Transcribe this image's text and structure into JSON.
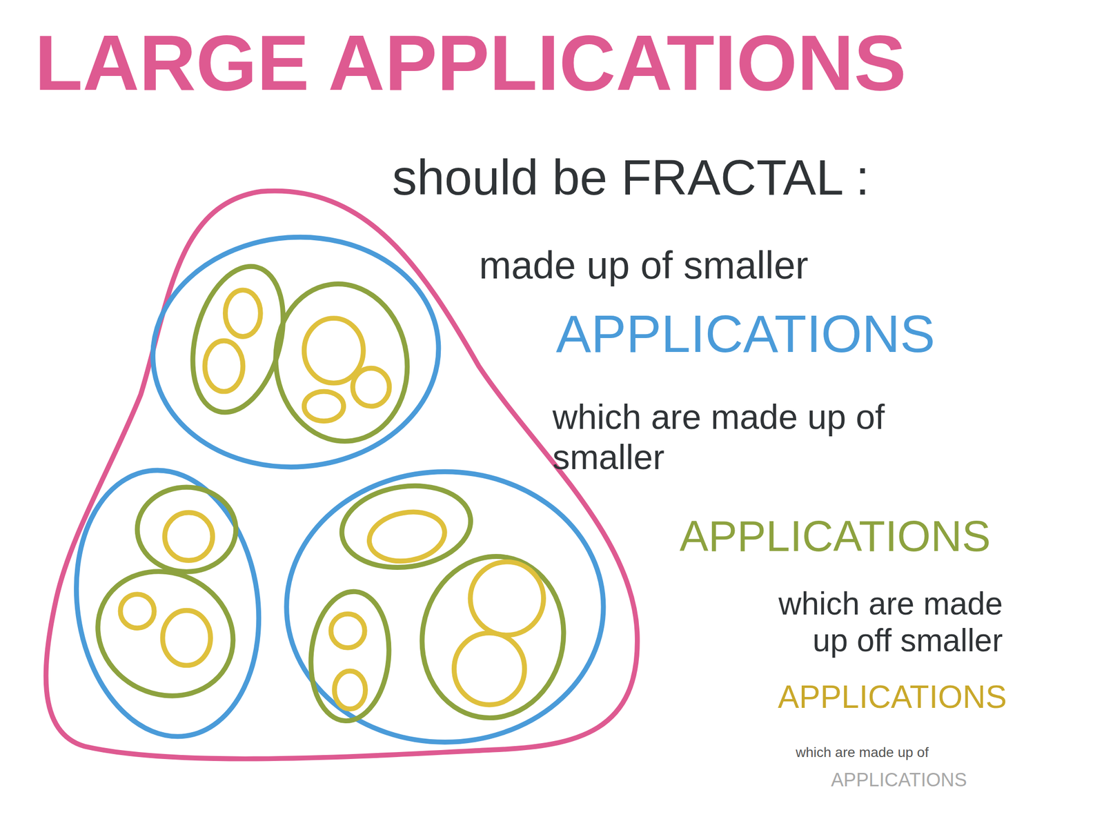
{
  "diagram": {
    "title": "LARGE APPLICATIONS",
    "labels": [
      "should be FRACTAL :",
      "made up of smaller",
      "APPLICATIONS",
      "which are made up of smaller",
      "APPLICATIONS",
      "which are made up off smaller",
      "APPLICATIONS",
      "which are made up of",
      "APPLICATIONS"
    ]
  }
}
